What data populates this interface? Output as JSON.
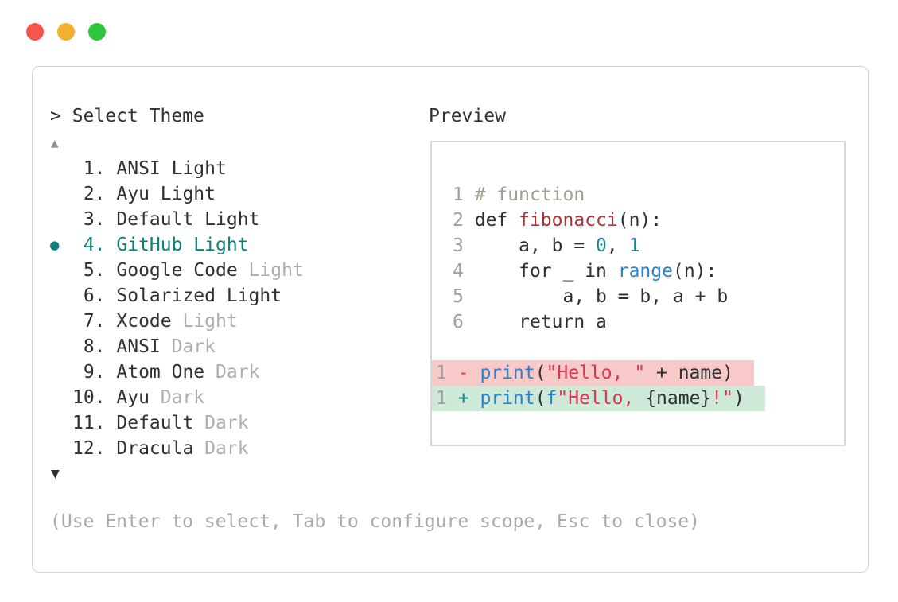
{
  "prompt": {
    "text": "> Select Theme"
  },
  "help": {
    "text": "(Use Enter to select, Tab to configure scope, Esc to close)"
  },
  "theme_list": {
    "scroll_up_symbol": "▲",
    "scroll_down_symbol": "▼",
    "bullet": "●",
    "selected_theme": "GitHub Light",
    "items": [
      {
        "num": "1.",
        "name": "ANSI Light"
      },
      {
        "num": "2.",
        "name": "Ayu Light"
      },
      {
        "num": "3.",
        "name": "Default Light"
      },
      {
        "num": "4.",
        "name": "GitHub Light",
        "selected": true
      },
      {
        "num": "5.",
        "name": "Google Code",
        "suffix": "Light"
      },
      {
        "num": "6.",
        "name": "Solarized Light"
      },
      {
        "num": "7.",
        "name": "Xcode",
        "suffix": "Light"
      },
      {
        "num": "8.",
        "name": "ANSI",
        "suffix": "Dark"
      },
      {
        "num": "9.",
        "name": "Atom One",
        "suffix": "Dark"
      },
      {
        "num": "10.",
        "name": "Ayu",
        "suffix": "Dark"
      },
      {
        "num": "11.",
        "name": "Default",
        "suffix": "Dark"
      },
      {
        "num": "12.",
        "name": "Dracula",
        "suffix": "Dark"
      }
    ]
  },
  "preview": {
    "title": "Preview",
    "lines": [
      {
        "tokens": [
          [
            "ln",
            "1"
          ],
          [
            "tx",
            " "
          ],
          [
            "cm",
            "# function"
          ]
        ]
      },
      {
        "tokens": [
          [
            "ln",
            "2"
          ],
          [
            "tx",
            " "
          ],
          [
            "tx",
            "def "
          ],
          [
            "fn",
            "fibonacci"
          ],
          [
            "tx",
            "(n):"
          ]
        ]
      },
      {
        "tokens": [
          [
            "ln",
            "3"
          ],
          [
            "tx",
            " "
          ],
          [
            "tx",
            "    a, b = "
          ],
          [
            "nm",
            "0"
          ],
          [
            "tx",
            ", "
          ],
          [
            "nm",
            "1"
          ]
        ]
      },
      {
        "tokens": [
          [
            "ln",
            "4"
          ],
          [
            "tx",
            " "
          ],
          [
            "tx",
            "    for _ in "
          ],
          [
            "bl",
            "range"
          ],
          [
            "tx",
            "(n):"
          ]
        ]
      },
      {
        "tokens": [
          [
            "ln",
            "5"
          ],
          [
            "tx",
            " "
          ],
          [
            "tx",
            "        a, b = b, a + b"
          ]
        ]
      },
      {
        "tokens": [
          [
            "ln",
            "6"
          ],
          [
            "tx",
            " "
          ],
          [
            "tx",
            "    return a"
          ]
        ]
      },
      {
        "tokens": []
      },
      {
        "diff": "del",
        "tokens": [
          [
            "ln",
            "1"
          ],
          [
            "tx",
            " "
          ],
          [
            "del",
            "-"
          ],
          [
            "tx",
            " "
          ],
          [
            "bl",
            "print"
          ],
          [
            "tx",
            "("
          ],
          [
            "st",
            "\"Hello, \""
          ],
          [
            "tx",
            " + name)"
          ]
        ]
      },
      {
        "diff": "add",
        "tokens": [
          [
            "ln",
            "1"
          ],
          [
            "tx",
            " "
          ],
          [
            "add",
            "+"
          ],
          [
            "tx",
            " "
          ],
          [
            "bl",
            "print"
          ],
          [
            "tx",
            "("
          ],
          [
            "bl",
            "f"
          ],
          [
            "st",
            "\"Hello, "
          ],
          [
            "tx",
            "{name}"
          ],
          [
            "st",
            "!\""
          ],
          [
            "tx",
            ")"
          ]
        ]
      }
    ]
  },
  "colors": {
    "ink": "#2d3136",
    "dim": "#abaeb3",
    "help": "#a7aaad",
    "lineno": "#9b9fa4",
    "scroll_dim": "#8d9298",
    "accent": "#107f7c",
    "comment": "#9ca18f",
    "func": "#a8343a",
    "numlit": "#19868b",
    "blue": "#2c82ca",
    "string": "#dd3352",
    "del": "#d63c4e",
    "add": "#15807c",
    "del_bg": "#f8c9c9",
    "add_bg": "#cfe9d9",
    "border": "#d4d4d6",
    "pborder": "#d8d8da",
    "light_red": "#f4564e",
    "light_yellow": "#f2b02d",
    "light_green": "#2ec53f"
  }
}
